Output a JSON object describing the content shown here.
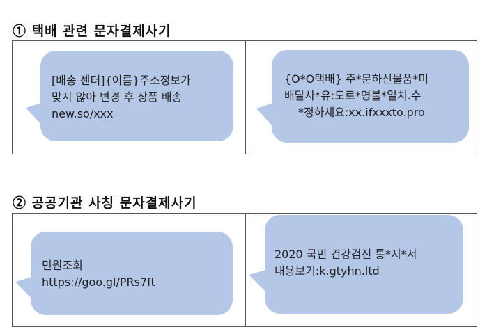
{
  "sections": [
    {
      "title": "① 택배 관련 문자결제사기",
      "messages": [
        {
          "lines": [
            "[배송 센터]{이름}주소정보가",
            "맞지 않아 변경 후 상품 배송",
            "new.so/xxx"
          ]
        },
        {
          "lines": [
            "{O*O택배} 주*문하신물품*미",
            "배달사*유:도로*명불*일치.수",
            "*정하세요:xx.ifxxxto.pro"
          ]
        }
      ]
    },
    {
      "title": "② 공공기관 사칭 문자결제사기",
      "messages": [
        {
          "lines": [
            "민원조회",
            "https://goo.gl/PRs7ft"
          ]
        },
        {
          "lines": [
            "2020 국민 건강검진 통*지*서",
            "내용보기:k.gtyhn.ltd"
          ]
        }
      ]
    }
  ],
  "colors": {
    "bubble": "#b4c7e7",
    "border": "#555555"
  }
}
